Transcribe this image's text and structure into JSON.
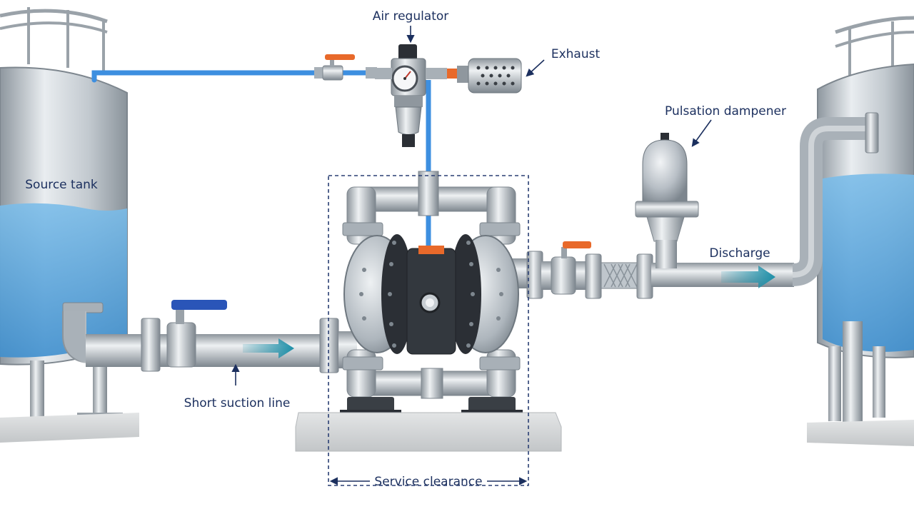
{
  "labels": {
    "air_regulator": "Air regulator",
    "exhaust": "Exhaust",
    "pulsation_dampener": "Pulsation dampener",
    "source_tank": "Source tank",
    "discharge": "Discharge",
    "short_suction_line": "Short suction line",
    "service_clearance": "Service clearance"
  },
  "colors": {
    "label_text": "#1b2f5e",
    "air_line": "#3d8fe0",
    "liquid": "#5aa9df",
    "flow_arrow": "#1d8fa8",
    "valve_handle_orange": "#e8692a",
    "valve_handle_blue": "#2a55b8",
    "steel": "#b9c0c7",
    "diaphragm": "#2b2f35",
    "dashed_box": "#2a3f73"
  },
  "icons": [
    "gauge-icon",
    "valve-handle-icon",
    "flow-arrow-icon"
  ]
}
